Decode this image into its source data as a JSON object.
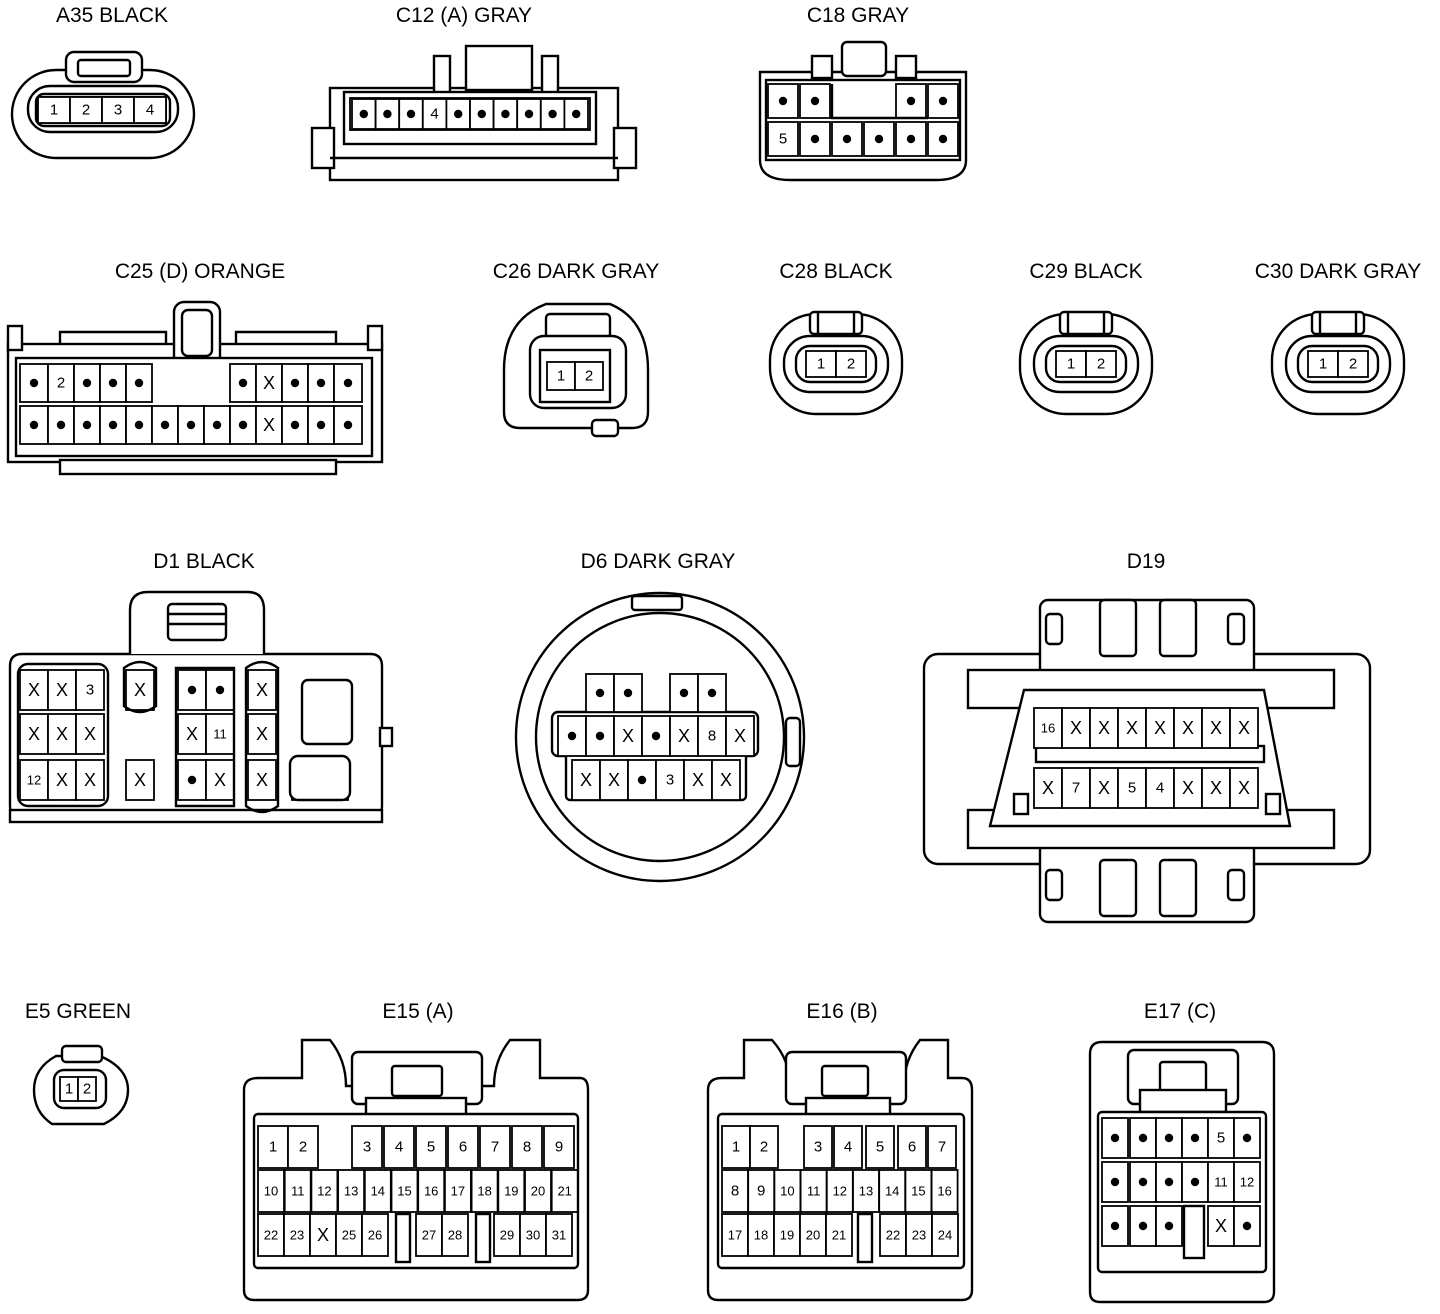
{
  "connectors": [
    {
      "id": "A35",
      "title": "A35  BLACK",
      "pins": [
        [
          "1",
          "2",
          "3",
          "4"
        ]
      ]
    },
    {
      "id": "C12",
      "title": "C12 (A)  GRAY",
      "pins": [
        [
          "•",
          "•",
          "•",
          "4",
          "•",
          "•",
          "•",
          "•",
          "•",
          "•"
        ]
      ]
    },
    {
      "id": "C18",
      "title": "C18  GRAY",
      "pins": [
        [
          "•",
          "•",
          "",
          "",
          "•",
          "•"
        ],
        [
          "5",
          "•",
          "•",
          "•",
          "•",
          "•"
        ]
      ]
    },
    {
      "id": "C25",
      "title": "C25 (D)  ORANGE",
      "pins": [
        [
          "•",
          "2",
          "•",
          "•",
          "•",
          "",
          "",
          "",
          "•",
          "X",
          "•",
          "•",
          "•"
        ],
        [
          "•",
          "•",
          "•",
          "•",
          "•",
          "•",
          "•",
          "•",
          "•",
          "X",
          "•",
          "•",
          "•"
        ]
      ]
    },
    {
      "id": "C26",
      "title": "C26  DARK GRAY",
      "pins": [
        [
          "1",
          "2"
        ]
      ]
    },
    {
      "id": "C28",
      "title": "C28  BLACK",
      "pins": [
        [
          "1",
          "2"
        ]
      ]
    },
    {
      "id": "C29",
      "title": "C29  BLACK",
      "pins": [
        [
          "1",
          "2"
        ]
      ]
    },
    {
      "id": "C30",
      "title": "C30  DARK GRAY",
      "pins": [
        [
          "1",
          "2"
        ]
      ]
    },
    {
      "id": "D1",
      "title": "D1  BLACK",
      "pins": [
        [
          "X",
          "X",
          "3",
          "X",
          "•",
          "•",
          "X",
          "X"
        ],
        [
          "X",
          "X",
          "X",
          "X",
          "11",
          "X"
        ],
        [
          "12",
          "X",
          "X",
          "X",
          "•",
          "X",
          "X",
          "•",
          "•"
        ]
      ]
    },
    {
      "id": "D6",
      "title": "D6  DARK GRAY",
      "pins": [
        [
          "•",
          "•",
          "•",
          "•"
        ],
        [
          "•",
          "•",
          "X",
          "•",
          "X",
          "8",
          "X"
        ],
        [
          "X",
          "X",
          "•",
          "3",
          "X",
          "X"
        ]
      ]
    },
    {
      "id": "D19",
      "title": "D19",
      "pins": [
        [
          "16",
          "X",
          "X",
          "X",
          "X",
          "X",
          "X",
          "X"
        ],
        [
          "X",
          "7",
          "X",
          "5",
          "4",
          "X",
          "X",
          "X"
        ]
      ]
    },
    {
      "id": "E5",
      "title": "E5  GREEN",
      "pins": [
        [
          "1",
          "2"
        ]
      ]
    },
    {
      "id": "E15",
      "title": "E15 (A)",
      "pins": [
        [
          "1",
          "2",
          "3",
          "4",
          "5",
          "6",
          "7",
          "8",
          "9"
        ],
        [
          "10",
          "11",
          "12",
          "13",
          "14",
          "15",
          "16",
          "17",
          "18",
          "19",
          "20",
          "21"
        ],
        [
          "22",
          "23",
          "X",
          "25",
          "26",
          "27",
          "28",
          "29",
          "30",
          "31"
        ]
      ]
    },
    {
      "id": "E16",
      "title": "E16 (B)",
      "pins": [
        [
          "1",
          "2",
          "3",
          "4",
          "5",
          "6",
          "7"
        ],
        [
          "8",
          "9",
          "10",
          "11",
          "12",
          "13",
          "14",
          "15",
          "16"
        ],
        [
          "17",
          "18",
          "19",
          "20",
          "21",
          "22",
          "23",
          "24"
        ]
      ]
    },
    {
      "id": "E17",
      "title": "E17 (C)",
      "pins": [
        [
          "•",
          "•",
          "•",
          "•",
          "5",
          "•"
        ],
        [
          "•",
          "•",
          "•",
          "•",
          "11",
          "12"
        ],
        [
          "•",
          "•",
          "•",
          "X",
          "•"
        ]
      ]
    }
  ]
}
